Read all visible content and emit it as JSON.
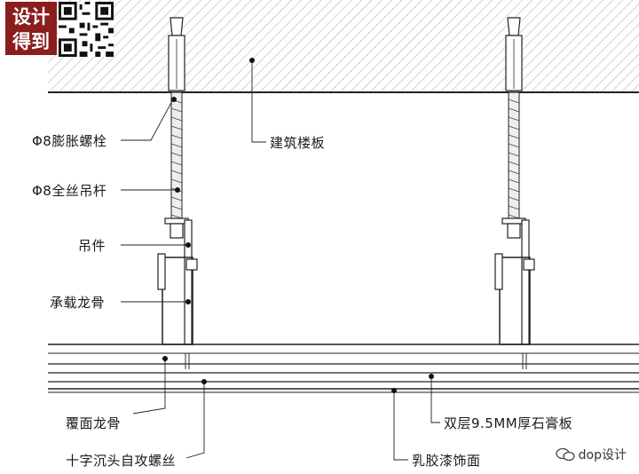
{
  "logo": {
    "line1": "设计",
    "line2": "得到"
  },
  "labels": {
    "expansion_bolt": "Φ8膨胀螺栓",
    "floor_slab": "建筑楼板",
    "threaded_rod": "Φ8全丝吊杆",
    "hanger": "吊件",
    "main_keel": "承载龙骨",
    "cover_keel": "覆面龙骨",
    "gypsum_board": "双层9.5MM厚石膏板",
    "screw": "十字沉头自攻螺丝",
    "latex_paint": "乳胶漆饰面"
  },
  "watermark": {
    "text": "dop设计"
  },
  "colors": {
    "logo_bg": "#8b1d1d",
    "line": "#222222",
    "hatch": "#9a9a9a"
  }
}
